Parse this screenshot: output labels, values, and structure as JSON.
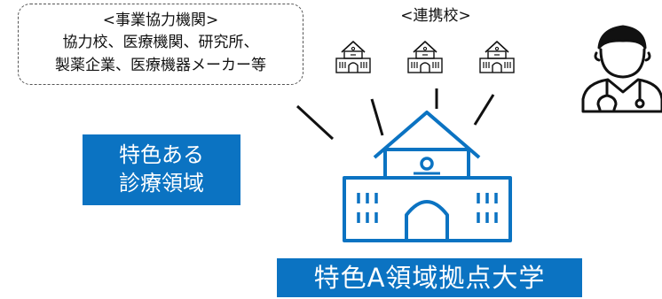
{
  "partner_box": {
    "title": "<事業協力機関>",
    "line1": "協力校、医療機関、研究所、",
    "line2": "製薬企業、医療機器メーカー等"
  },
  "affiliated": {
    "label": "<連携校>"
  },
  "specialty": {
    "line1": "特色ある",
    "line2": "診療領域"
  },
  "hub": {
    "label": "特色A領域拠点大学"
  },
  "colors": {
    "accent": "#0b73c2",
    "ink": "#111111"
  },
  "icons": {
    "affiliated_school": "school-building-icon",
    "hub_university": "university-building-icon",
    "doctor": "doctor-icon"
  }
}
